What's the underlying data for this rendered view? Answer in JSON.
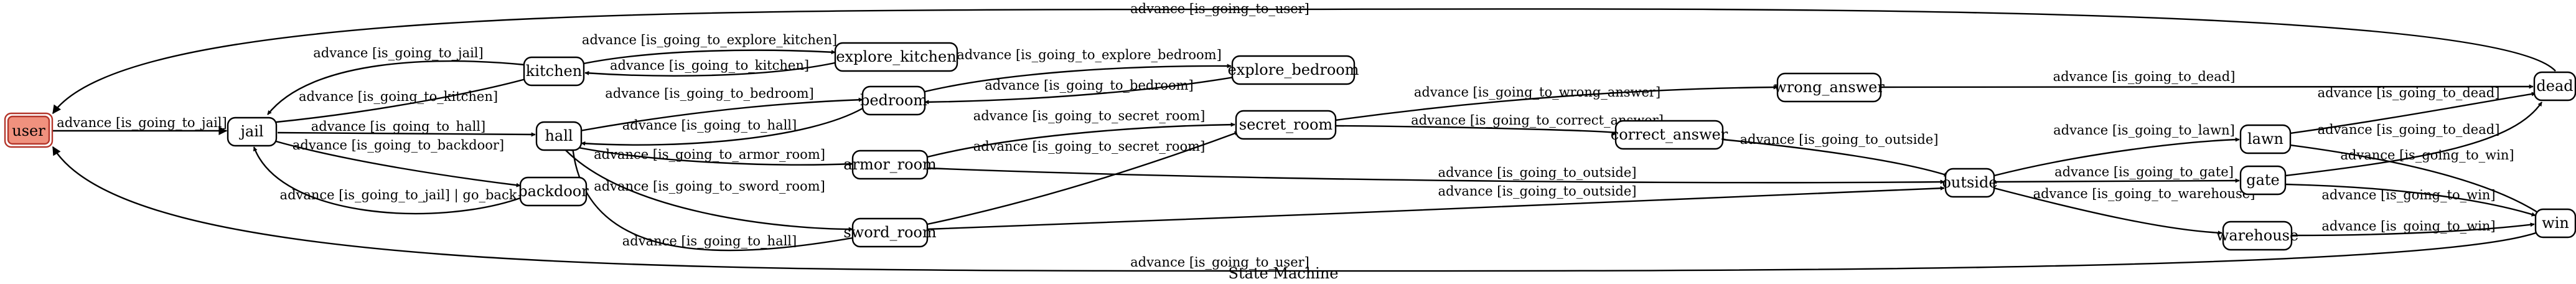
{
  "caption": "State Machine",
  "nodes": {
    "user": "user",
    "jail": "jail",
    "kitchen": "kitchen",
    "explore_kitchen": "explore_kitchen",
    "hall": "hall",
    "bedroom": "bedroom",
    "explore_bedroom": "explore_bedroom",
    "backdoor": "backdoor",
    "armor_room": "armor_room",
    "sword_room": "sword_room",
    "secret_room": "secret_room",
    "wrong_answer": "wrong_answer",
    "correct_answer": "correct_answer",
    "outside": "outside",
    "lawn": "lawn",
    "gate": "gate",
    "warehouse": "warehouse",
    "dead": "dead",
    "win": "win"
  },
  "edges": {
    "dead_user": "advance [is_going_to_user]",
    "user_jail": "advance [is_going_to_jail]",
    "kitchen_jail": "advance [is_going_to_jail]",
    "jail_kitchen": "advance [is_going_to_kitchen]",
    "jail_hall": "advance [is_going_to_hall]",
    "jail_backdoor": "advance [is_going_to_backdoor]",
    "backdoor_jail": "advance [is_going_to_jail] | go_back",
    "kitchen_explore_kitchen": "advance [is_going_to_explore_kitchen]",
    "explore_kitchen_kitchen": "advance [is_going_to_kitchen]",
    "hall_bedroom": "advance [is_going_to_bedroom]",
    "bedroom_hall": "advance [is_going_to_hall]",
    "bedroom_explore_bedroom": "advance [is_going_to_explore_bedroom]",
    "explore_bedroom_bedroom": "advance [is_going_to_bedroom]",
    "hall_armor_room": "advance [is_going_to_armor_room]",
    "hall_sword_room": "advance [is_going_to_sword_room]",
    "sword_room_hall": "advance [is_going_to_hall]",
    "armor_room_secret_room": "advance [is_going_to_secret_room]",
    "sword_room_secret_room": "advance [is_going_to_secret_room]",
    "armor_room_outside": "advance [is_going_to_outside]",
    "sword_room_outside": "advance [is_going_to_outside]",
    "secret_room_wrong_answer": "advance [is_going_to_wrong_answer]",
    "secret_room_correct_answer": "advance [is_going_to_correct_answer]",
    "correct_answer_outside": "advance [is_going_to_outside]",
    "wrong_answer_dead": "advance [is_going_to_dead]",
    "outside_lawn": "advance [is_going_to_lawn]",
    "outside_gate": "advance [is_going_to_gate]",
    "outside_warehouse": "advance [is_going_to_warehouse]",
    "lawn_dead": "advance [is_going_to_dead]",
    "gate_dead": "advance [is_going_to_dead]",
    "lawn_win": "advance [is_going_to_win]",
    "gate_win": "advance [is_going_to_win]",
    "warehouse_win": "advance [is_going_to_win]",
    "win_user": "advance [is_going_to_user]"
  }
}
